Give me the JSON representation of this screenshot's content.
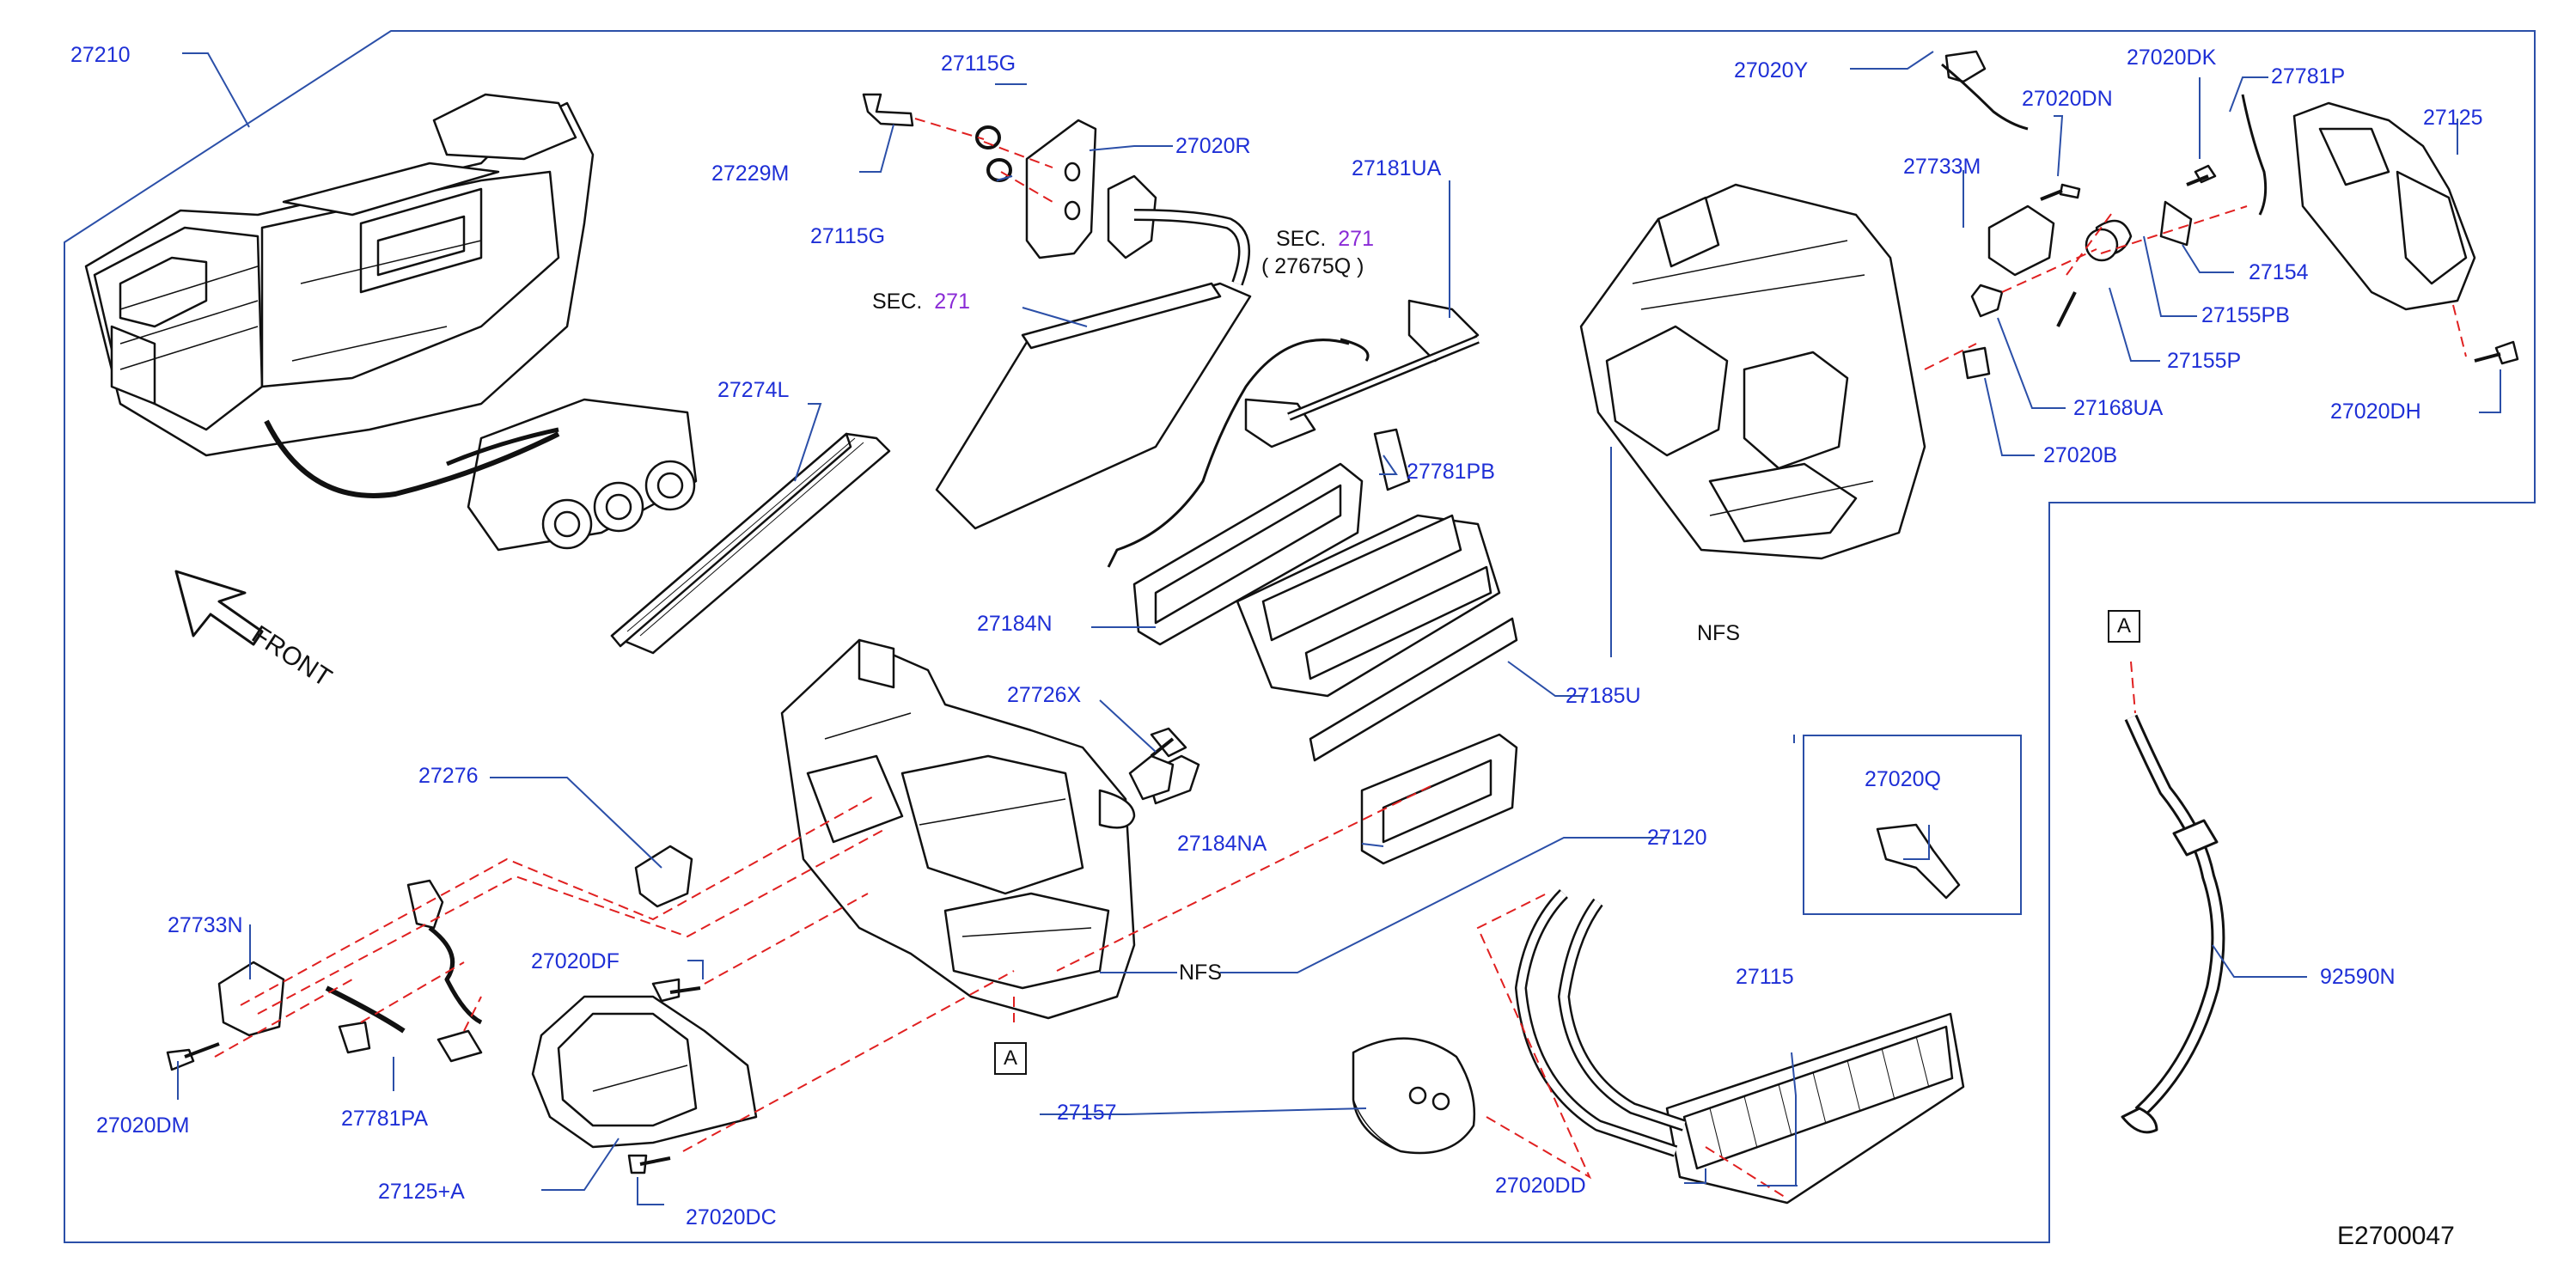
{
  "drawing_code": "E2700047",
  "front_label": "FRONT",
  "nfs_label": "NFS",
  "ref_a": "A",
  "sec_word": "SEC.",
  "sec_number": "271",
  "sec_sub_ref": "(   27675Q   )",
  "parts": {
    "p27210": "27210",
    "p27115G_top": "27115G",
    "p27229M": "27229M",
    "p27020R": "27020R",
    "p27115G_bottom": "27115G",
    "p27181UA": "27181UA",
    "p27274L": "27274L",
    "p27781PB": "27781PB",
    "p27184N": "27184N",
    "p27185U": "27185U",
    "p27726X": "27726X",
    "p27276": "27276",
    "p27184NA": "27184NA",
    "p27120": "27120",
    "p27733N": "27733N",
    "p27020DF": "27020DF",
    "p27020DM": "27020DM",
    "p27781PA": "27781PA",
    "p27125A": "27125+A",
    "p27020DC": "27020DC",
    "p27157": "27157",
    "p27115": "27115",
    "p27020DD": "27020DD",
    "p27020Y": "27020Y",
    "p27020DN": "27020DN",
    "p27020DK": "27020DK",
    "p27781P": "27781P",
    "p27125": "27125",
    "p27733M": "27733M",
    "p27154": "27154",
    "p27155PB": "27155PB",
    "p27155P": "27155P",
    "p27168UA": "27168UA",
    "p27020DH": "27020DH",
    "p27020B": "27020B",
    "p27020Q": "27020Q",
    "p92590N": "92590N"
  },
  "colors": {
    "callout_text": "#1e2fd6",
    "leader_line": "#2b4fa8",
    "dashed_line": "#e02020",
    "section_number": "#8a2bd6",
    "frame": "#2b4fa8"
  }
}
